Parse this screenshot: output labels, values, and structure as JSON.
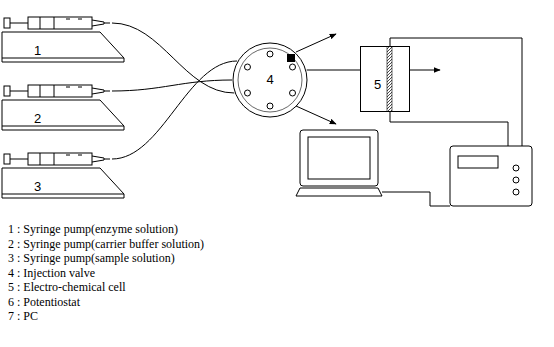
{
  "diagram": {
    "nodes": [
      {
        "text": [
          "1"
        ]
      },
      {
        "text": [
          "2"
        ]
      },
      {
        "text": [
          "3"
        ]
      },
      {
        "text": [
          "4"
        ]
      },
      {
        "text": [
          "5"
        ]
      }
    ],
    "edges": [
      {
        "from": 0,
        "to": 3,
        "arrow": "none"
      },
      {
        "from": 1,
        "to": 3,
        "arrow": "none"
      },
      {
        "from": 2,
        "to": 3,
        "arrow": "none"
      },
      {
        "from": 3,
        "to": 4,
        "arrow": "none"
      }
    ],
    "labels": [
      "1 : Syringe pump(enzyme solution)",
      "2 : Syringe pump(carrier buffer solution)",
      "3 : Syringe pump(sample solution)",
      "4 : Injection valve",
      "5 : Electro-chemical cell",
      "6 : Potentiostat",
      "7 : PC"
    ]
  }
}
